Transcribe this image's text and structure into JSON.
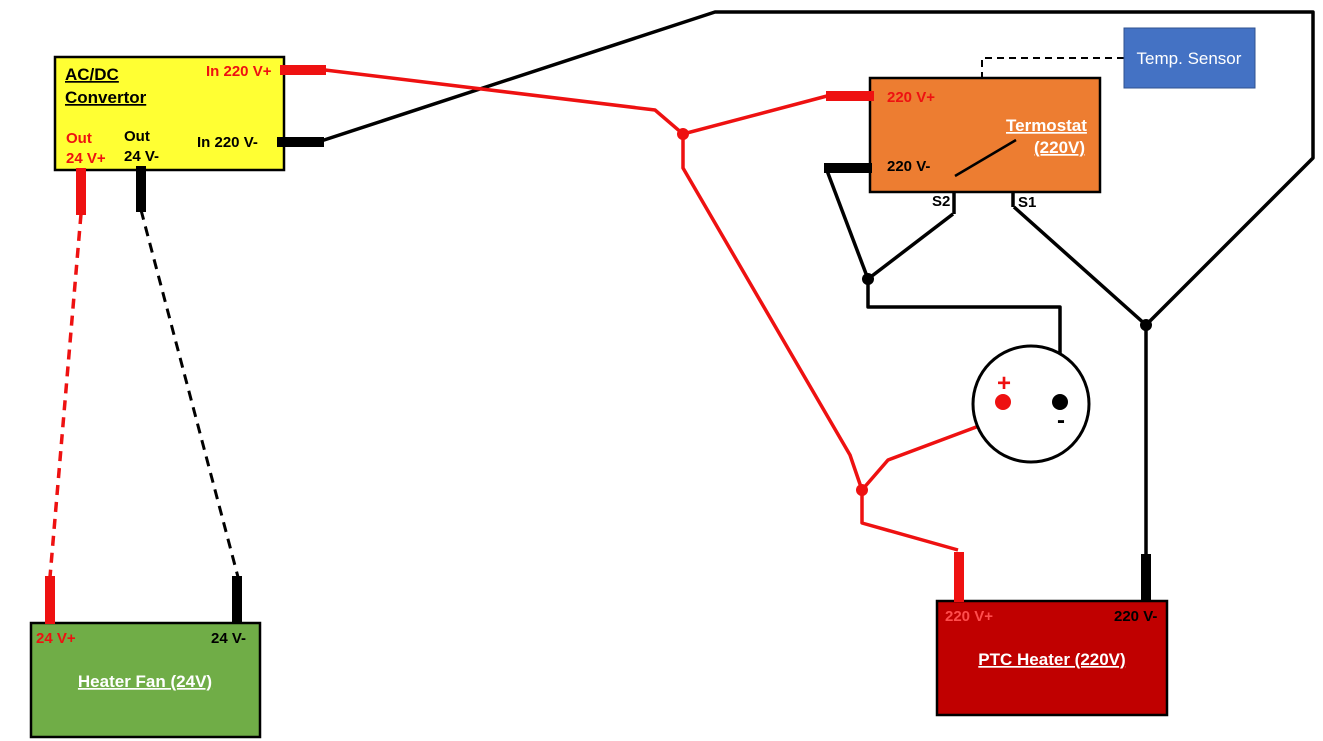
{
  "colors": {
    "positive": "#ee1111",
    "negative": "#000000",
    "converter_fill": "#ffff33",
    "thermostat_fill": "#ed7d31",
    "sensor_fill": "#4472c4",
    "fan_fill": "#70ad47",
    "heater_fill": "#c00000"
  },
  "converter": {
    "title_line1": "AC/DC",
    "title_line2": "Convertor",
    "in_pos": "In 220 V+",
    "in_neg": "In 220 V-",
    "out_pos_line1": "Out",
    "out_pos_line2": "24 V+",
    "out_neg_line1": "Out",
    "out_neg_line2": "24 V-"
  },
  "thermostat": {
    "title_line1": "Termostat",
    "title_line2": "(220V)",
    "pos": "220 V+",
    "neg": "220 V-",
    "s1": "S1",
    "s2": "S2"
  },
  "sensor": {
    "label": "Temp. Sensor"
  },
  "fan": {
    "title": "Heater Fan (24V)",
    "pos": "24 V+",
    "neg": "24 V-"
  },
  "heater": {
    "title": "PTC Heater (220V)",
    "pos": "220 V+",
    "neg": "220 V-"
  },
  "indicator": {
    "plus": "+",
    "minus": "-"
  }
}
